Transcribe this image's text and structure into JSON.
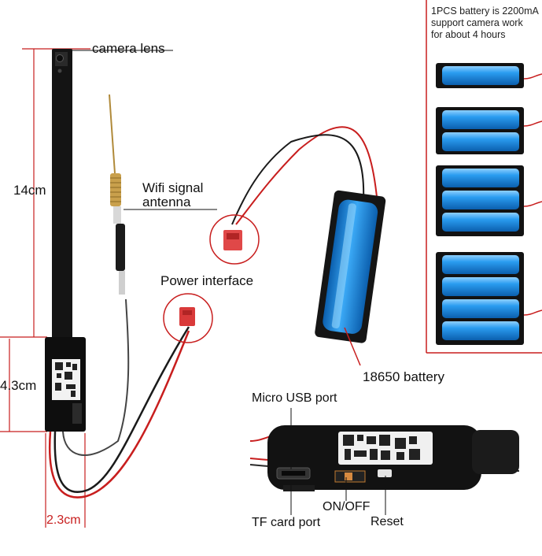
{
  "labels": {
    "camera_lens": "camera lens",
    "wifi_antenna_line1": "Wifi signal",
    "wifi_antenna_line2": "antenna",
    "power_interface": "Power interface",
    "battery_18650": "18650 battery",
    "micro_usb": "Micro USB port",
    "on_off": "ON/OFF",
    "tf_card": "TF card port",
    "reset": "Reset"
  },
  "dimensions": {
    "length": "14cm",
    "module_height": "4.3cm",
    "width": "2.3cm"
  },
  "battery_panel": {
    "line1": "1PCS battery is 2200mA",
    "line2": "support camera work",
    "line3": "for about 4 hours"
  },
  "colors": {
    "dimension_red": "#c81e1e",
    "battery_blue": "#1e8fe0",
    "ribbon_black": "#141414"
  }
}
